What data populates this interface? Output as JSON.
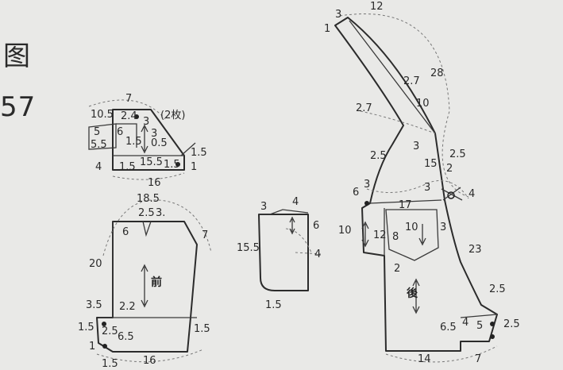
{
  "figure": {
    "title": "图",
    "number": "57"
  },
  "colors": {
    "ink": "#2b2b2b",
    "paper": "#e9e9e7"
  },
  "pieces": {
    "collar": {
      "labels": [
        "7",
        "10.5",
        "2.4",
        "3",
        "(2枚)",
        "5",
        "6",
        "1.5",
        "5.5",
        "3",
        "0.5",
        "1.5",
        "4",
        "1.5",
        "15.5",
        "1.5",
        "1",
        "16"
      ]
    },
    "front": {
      "marking": "前",
      "labels": [
        "18.5",
        "2.5",
        "3.",
        "6",
        "7",
        "20",
        "3.5",
        "2.2",
        "1.5",
        "2.5",
        "6.5",
        "1.5",
        "1",
        "1.5",
        "16"
      ]
    },
    "pocket": {
      "labels": [
        "3",
        "4",
        "6",
        "15.5",
        "4",
        "1.5"
      ]
    },
    "back": {
      "marking": "後",
      "labels": [
        "3",
        "12",
        "1",
        "2.7",
        "28",
        "2.7",
        "10",
        "3",
        "2.5",
        "2.5",
        "15",
        "2",
        "3",
        "6",
        "17",
        "3",
        "4",
        "10",
        "12",
        "8",
        "10",
        "3",
        "2",
        "23",
        "2.5",
        "4",
        "5",
        "2.5",
        "6.5",
        "14",
        "7"
      ]
    }
  }
}
